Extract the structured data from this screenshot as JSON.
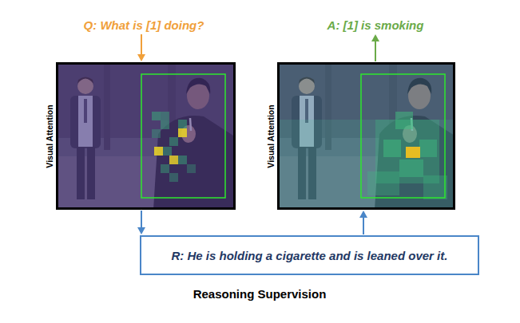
{
  "diagram": {
    "caption": "Reasoning Supervision",
    "nodes": [
      {
        "text": [
          "Q: What is [1] doing?"
        ]
      },
      {
        "text": [
          "A: [1] is smoking"
        ]
      },
      {
        "text": [
          "Visual Attention"
        ]
      },
      {
        "text": [
          "Visual Attention"
        ]
      },
      {
        "text": [
          "R: He is holding a cigarette and is leaned over it."
        ]
      }
    ],
    "edges": [
      {
        "from": 0,
        "to": 2,
        "arrow": "to"
      },
      {
        "from": 3,
        "to": 1,
        "arrow": "to"
      },
      {
        "from": 2,
        "to": 4,
        "arrow": "to"
      },
      {
        "from": 4,
        "to": 3,
        "arrow": "to"
      }
    ]
  }
}
